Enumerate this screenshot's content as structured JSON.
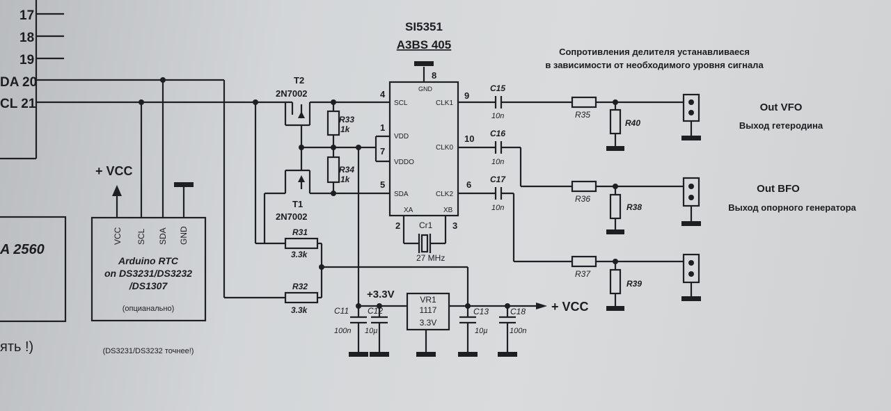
{
  "header": {
    "chip_name": "SI5351",
    "chip_part": "A3BS 405",
    "note_line1": "Сопротивления делителя устанавливаеся",
    "note_line2": "в зависимости  от необходимого уровня  сигнала"
  },
  "mcu": {
    "pins": [
      "17",
      "18",
      "19",
      "DA 20",
      "CL 21"
    ],
    "name_fragment": "A 2560",
    "bottom_fragment": "ять !)"
  },
  "rtc": {
    "vcc_label": "+ VCC",
    "pins": [
      "VCC",
      "SCL",
      "SDA",
      "GND"
    ],
    "title": [
      "Arduino RTC",
      "on DS3231/DS3232",
      "/DS1307"
    ],
    "optional": "(опцианально)",
    "note": "(DS3231/DS3232 точнее!)"
  },
  "transistors": {
    "t2_ref": "T2",
    "t2_part": "2N7002",
    "t1_ref": "T1",
    "t1_part": "2N7002"
  },
  "resistors": {
    "r33": "R33",
    "r33_val": "1k",
    "r34": "R34",
    "r34_val": "1k",
    "r31": "R31",
    "r31_val": "3.3k",
    "r32": "R32",
    "r32_val": "3.3k",
    "r35": "R35",
    "r36": "R36",
    "r37": "R37",
    "r38": "R38",
    "r39": "R39",
    "r40": "R40"
  },
  "chip": {
    "pin_numbers": {
      "gnd": "8",
      "scl": "4",
      "vdd": "1",
      "vddo": "7",
      "sda": "5",
      "xa": "2",
      "xb": "3",
      "clk0": "9",
      "clk1": "10",
      "clk2": "6"
    },
    "labels": {
      "gnd": "GND",
      "scl": "SCL",
      "vdd": "VDD",
      "vddo": "VDDO",
      "sda": "SDA",
      "clk1": "CLK1",
      "clk0": "CLK0",
      "clk2": "CLK2",
      "xa": "XA",
      "xb": "XB"
    }
  },
  "crystal": {
    "ref": "Cr1",
    "freq": "27 MHz"
  },
  "capacitors": {
    "c15": "C15",
    "c16": "C16",
    "c17": "C17",
    "out_val": "10n",
    "c11": "C11",
    "c11_val": "100n",
    "c12": "C12",
    "c12_val": "10µ",
    "c13": "C13",
    "c13_val": "10µ",
    "c18": "C18",
    "c18_val": "100n"
  },
  "regulator": {
    "supply": "+3.3V",
    "ref": "VR1",
    "part": "1117",
    "voltage": "3.3V",
    "vcc_out": "+ VCC"
  },
  "outputs": {
    "vfo": "Out VFO",
    "vfo_desc": "Выход гетеродина",
    "bfo": "Out BFO",
    "bfo_desc": "Выход опорного генератора"
  }
}
